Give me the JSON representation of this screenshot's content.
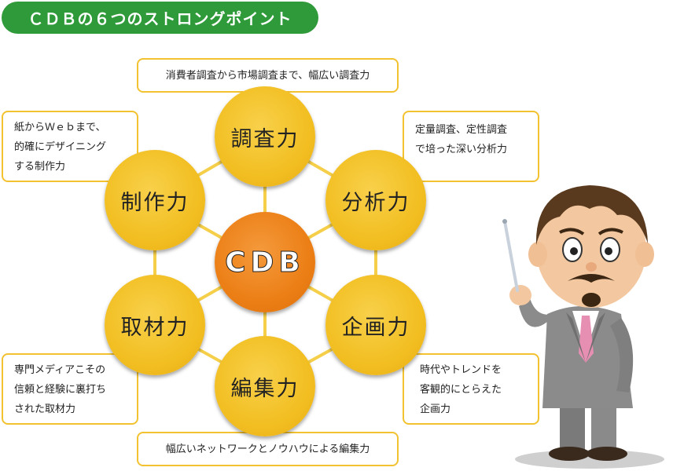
{
  "title": "ＣＤＢの６つのストロングポイント",
  "center_label": "CDB",
  "nodes": {
    "top": "調査力",
    "upper_right": "分析力",
    "lower_right": "企画力",
    "bottom": "編集力",
    "lower_left": "取材力",
    "upper_left": "制作力"
  },
  "descriptions": {
    "top": "消費者調査から市場調査まで、幅広い調査力",
    "upper_right": [
      "定量調査、定性調査",
      "で培った深い分析力"
    ],
    "lower_right": [
      "時代やトレンドを",
      "客観的にとらえた",
      "企画力"
    ],
    "bottom": "幅広いネットワークとノウハウによる編集力",
    "lower_left": [
      "専門メディアこその",
      "信頼と経験に裏打ち",
      "された取材力"
    ],
    "upper_left": [
      "紙からＷｅｂまで、",
      "的確にデザイニング",
      "する制作力"
    ]
  },
  "colors": {
    "title_bg": "#2f9a3a",
    "node": "#f2bf22",
    "center": "#ec7f16",
    "box_border": "#f2c230",
    "connector": "#f5cf4a"
  },
  "mascot": "presenter-man-with-pointer"
}
